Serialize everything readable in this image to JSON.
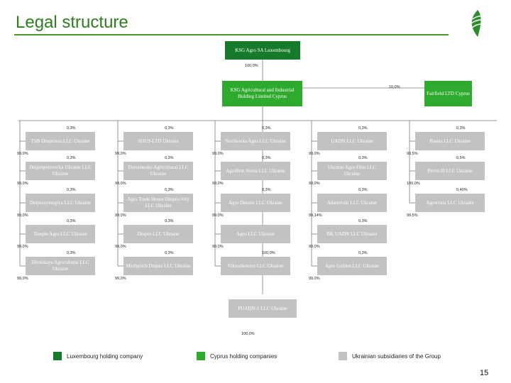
{
  "title": "Legal structure",
  "page_number": "15",
  "colors": {
    "luxembourg": "#157a2a",
    "cyprus": "#2eaa2e",
    "ukraine": "#c2c2c2",
    "accent": "#4a9a2a"
  },
  "logo_icon": "green-leaf-logo-icon",
  "top": {
    "holding": "KSG Agro SA Luxembourg",
    "holding_pct": "100,0%",
    "cyprus_main": "KSG Agricultural and Industrial Holding Limited Cyprus",
    "cyprus_second": "Fairfield LTD Cyprus",
    "cyprus_second_pct": "10,0%"
  },
  "columns": [
    {
      "items": [
        {
          "name": "TSB Dnepravia LLC Ukraine",
          "pct_top": "0,3%",
          "pct_bottom": "99,0%"
        },
        {
          "name": "Dnipropetrovs'ka Ukraine LLC Ukraine",
          "pct_top": "0,3%",
          "pct_bottom": "99,0%"
        },
        {
          "name": "Dniprosynergiya LLC Ukraine",
          "pct_top": "0,3%",
          "pct_bottom": "99,0%"
        },
        {
          "name": "Temple Agro LLC Ukraine",
          "pct_top": "0,3%",
          "pct_bottom": "99,0%"
        },
        {
          "name": "Divitskaya Agricultural LLC Ukraine",
          "pct_top": "0,3%",
          "pct_bottom": "99,0%"
        }
      ]
    },
    {
      "items": [
        {
          "name": "SOUS-LTD Ukraine",
          "pct_top": "0,3%",
          "pct_bottom": "99,0%"
        },
        {
          "name": "Doroshenko Agricultural LLC Ukraine",
          "pct_top": "0,3%",
          "pct_bottom": "99,0%"
        },
        {
          "name": "Agro Trade House Dnipro-Vity LLC Ukraine",
          "pct_top": "0,3%",
          "pct_bottom": "99,0%"
        },
        {
          "name": "Dnipro LLC Ukraine",
          "pct_top": "0,3%",
          "pct_bottom": "99,0%"
        },
        {
          "name": "Mezhyrich Dnipro LLC Ukraine",
          "pct_top": "0,3%",
          "pct_bottom": "99,0%"
        }
      ]
    },
    {
      "items": [
        {
          "name": "Novikovka Agro LLC Ukraine",
          "pct_top": "0,3%",
          "pct_bottom": "99,0%"
        },
        {
          "name": "Agrofirm Vesna LLC Ukraine",
          "pct_top": "0,3%",
          "pct_bottom": "99,0%"
        },
        {
          "name": "Agro Dnister LLC Ukraine",
          "pct_top": "0,3%",
          "pct_bottom": "99,0%"
        },
        {
          "name": "Agro LLC Ukraine",
          "pct_top": "",
          "pct_bottom": "99,0%"
        },
        {
          "name": "Vikroshenovo LLC Ukraine",
          "pct_top": "100,0%",
          "pct_bottom": ""
        }
      ]
    },
    {
      "items": [
        {
          "name": "UADN LLC Ukraine",
          "pct_top": "0,3%",
          "pct_bottom": "99,0%"
        },
        {
          "name": "Ukraine Agro Film LLC Ukraine",
          "pct_top": "0,3%",
          "pct_bottom": "99,0%"
        },
        {
          "name": "Adamivski LLC Ukraine",
          "pct_top": "0,3%",
          "pct_bottom": "99,14%"
        },
        {
          "name": "BK UADN LLC Ukraine",
          "pct_top": "0,3%",
          "pct_bottom": "99,0%"
        },
        {
          "name": "Agro Golden LLC Ukraine",
          "pct_top": "0,3%",
          "pct_bottom": "99,0%"
        }
      ]
    },
    {
      "items": [
        {
          "name": "Rassia LLC Ukraine",
          "pct_top": "0,3%",
          "pct_bottom": "99,5%"
        },
        {
          "name": "Pervit-D LLC Ukraine",
          "pct_top": "0,5%",
          "pct_bottom": "100,0%"
        },
        {
          "name": "Agrorosla LLC Ukraine",
          "pct_top": "0,40%",
          "pct_bottom": "99,5%"
        }
      ]
    }
  ],
  "bottom": {
    "name": "PUADN-1 LLC Ukraine",
    "pct": "100,0%"
  },
  "legend": [
    {
      "label": "Luxembourg holding company",
      "color": "#157a2a"
    },
    {
      "label": "Cyprus holding companies",
      "color": "#2eaa2e"
    },
    {
      "label": "Ukrainian subsidiaries of the Group",
      "color": "#c2c2c2"
    }
  ]
}
